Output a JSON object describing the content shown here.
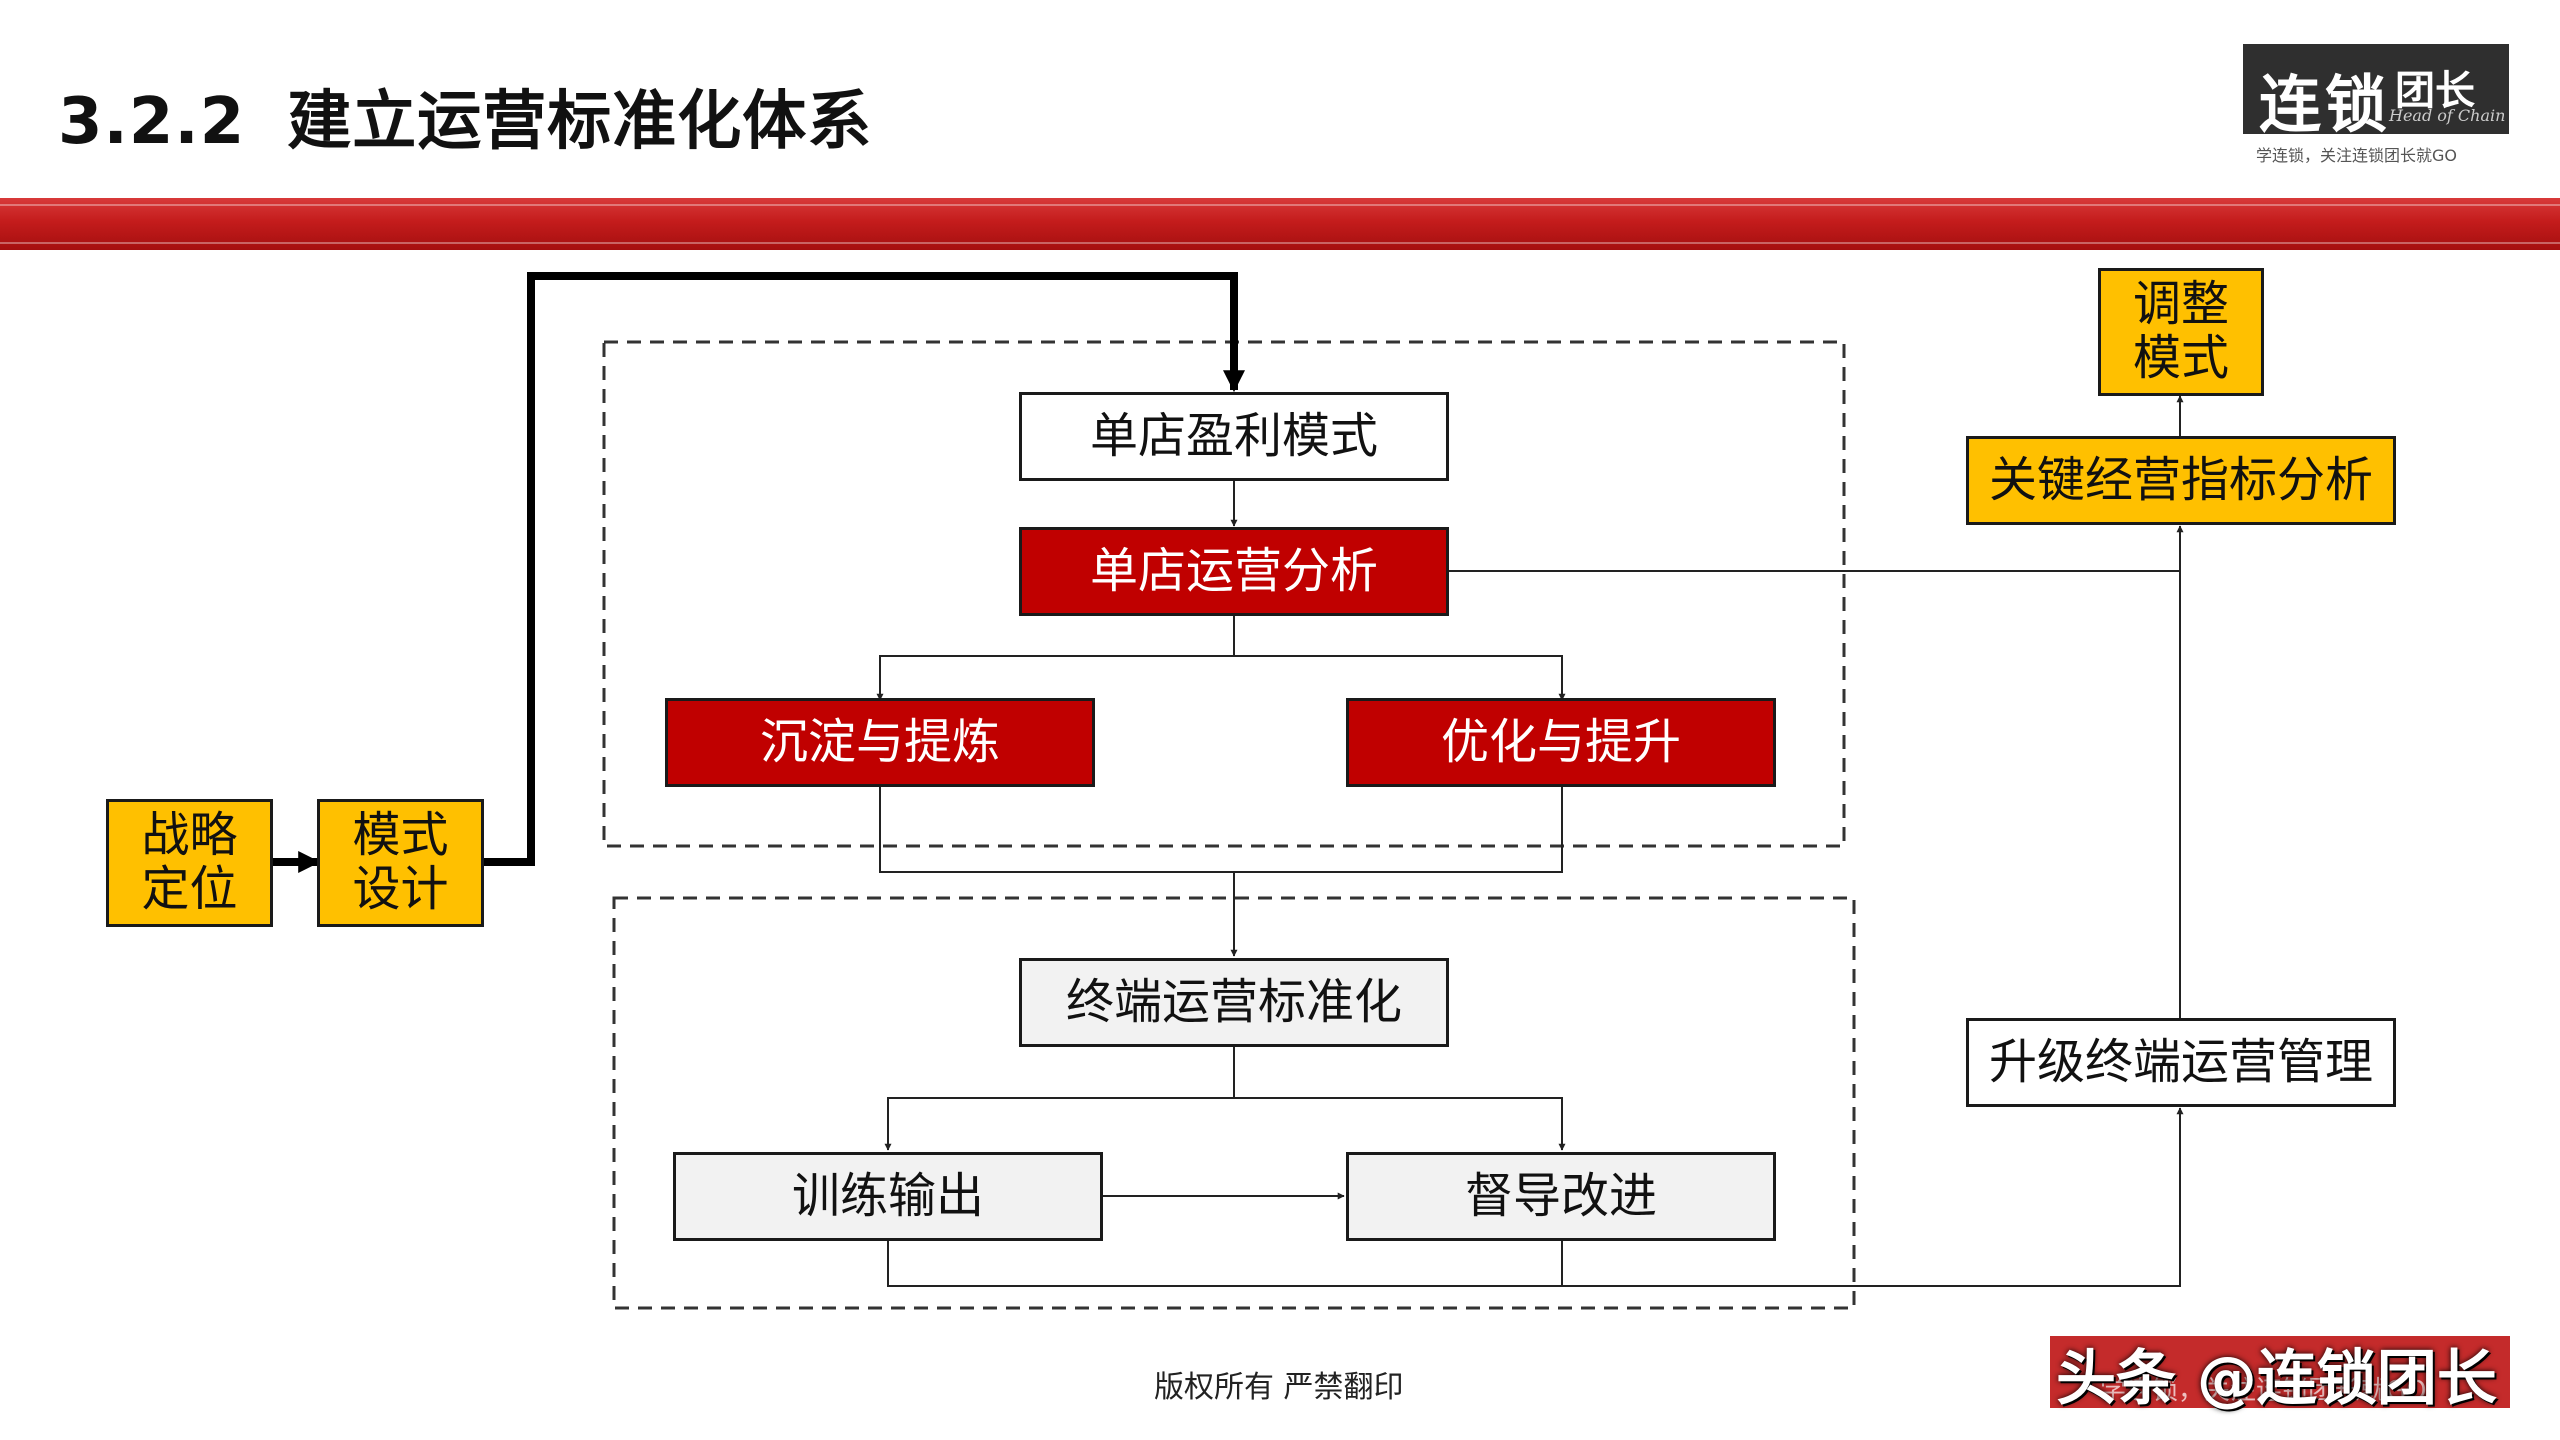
{
  "header": {
    "section_number": "3.2.2",
    "title": "建立运营标准化体系"
  },
  "logo": {
    "brand_large": "连锁",
    "brand_small": "团长",
    "brand_en": "Head of Chain",
    "tagline": "学连锁，关注连锁团长就GO"
  },
  "colors": {
    "red_band": "#c41c1c",
    "red_box": "#c00000",
    "yellow_box": "#ffc000",
    "gray_box": "#f2f2f2"
  },
  "diagram": {
    "strategy": {
      "line1": "战略",
      "line2": "定位"
    },
    "model_design": {
      "line1": "模式",
      "line2": "设计"
    },
    "single_store_profit_model": "单店盈利模式",
    "single_store_ops_analysis": "单店运营分析",
    "precipitate_refine": "沉淀与提炼",
    "optimize_improve": "优化与提升",
    "terminal_ops_standardization": "终端运营标准化",
    "training_output": "训练输出",
    "supervise_improve": "督导改进",
    "upgrade_terminal_ops": "升级终端运营管理",
    "kpi_analysis": "关键经营指标分析",
    "adjust_model": {
      "line1": "调整",
      "line2": "模式"
    }
  },
  "footer": {
    "copyright": "版权所有  严禁翻印",
    "watermark": "头条 @连锁团长",
    "watermark_sub": "学连锁，关注连锁团长就GO"
  }
}
